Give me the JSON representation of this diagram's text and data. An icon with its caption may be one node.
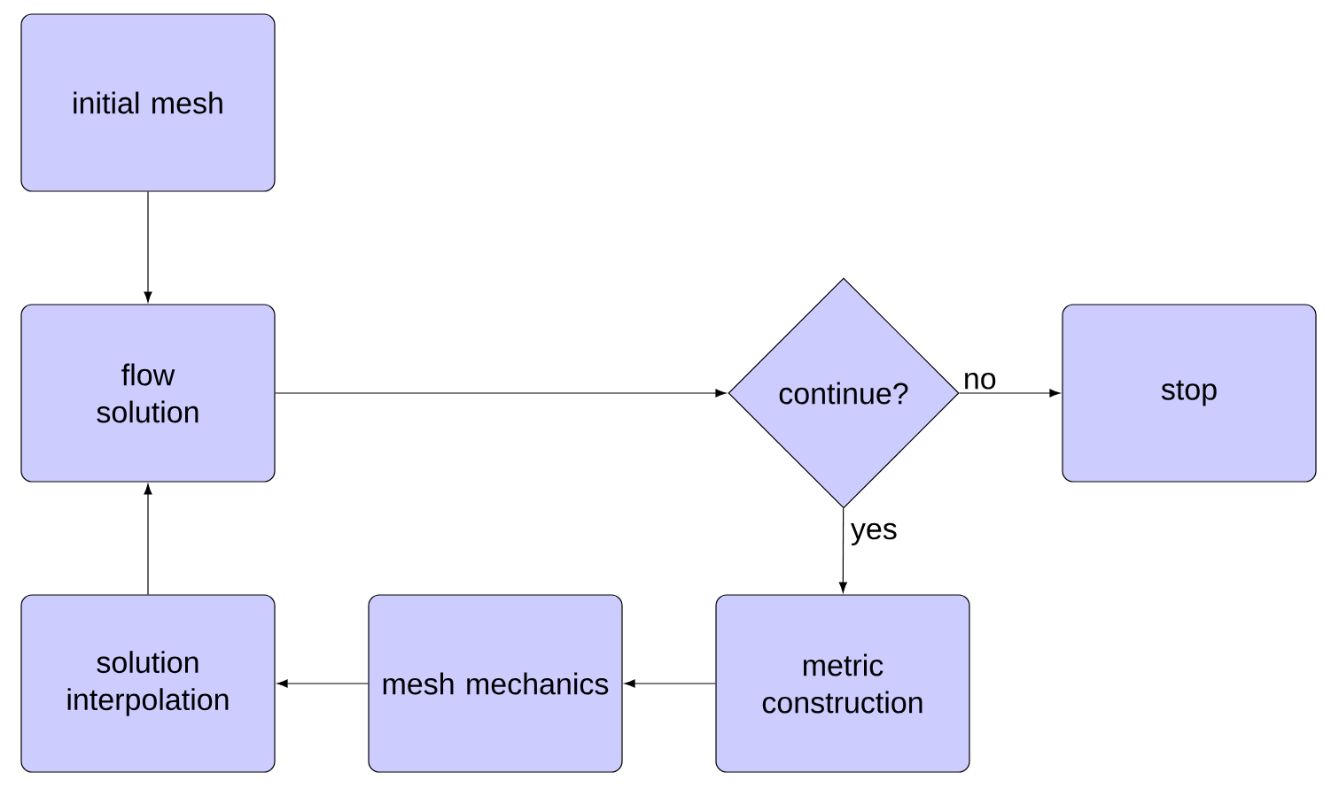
{
  "diagram": {
    "nodes": [
      {
        "text": [
          "initial mesh"
        ]
      },
      {
        "text": [
          "flow solution"
        ]
      },
      {
        "text": [
          "continue?"
        ]
      },
      {
        "text": [
          "stop"
        ]
      },
      {
        "text": [
          "metric construction"
        ]
      },
      {
        "text": [
          "mesh mechanics"
        ]
      },
      {
        "text": [
          "solution interpolation"
        ]
      }
    ],
    "edges": [
      {
        "from": 0,
        "to": 1,
        "arrow": "to"
      },
      {
        "from": 1,
        "to": 2,
        "arrow": "to"
      },
      {
        "from": 2,
        "to": 3,
        "arrow": "to",
        "label": "no"
      },
      {
        "from": 2,
        "to": 4,
        "arrow": "to",
        "label": "yes"
      },
      {
        "from": 4,
        "to": 5,
        "arrow": "to"
      },
      {
        "from": 5,
        "to": 6,
        "arrow": "to"
      },
      {
        "from": 6,
        "to": 1,
        "arrow": "to"
      }
    ]
  }
}
